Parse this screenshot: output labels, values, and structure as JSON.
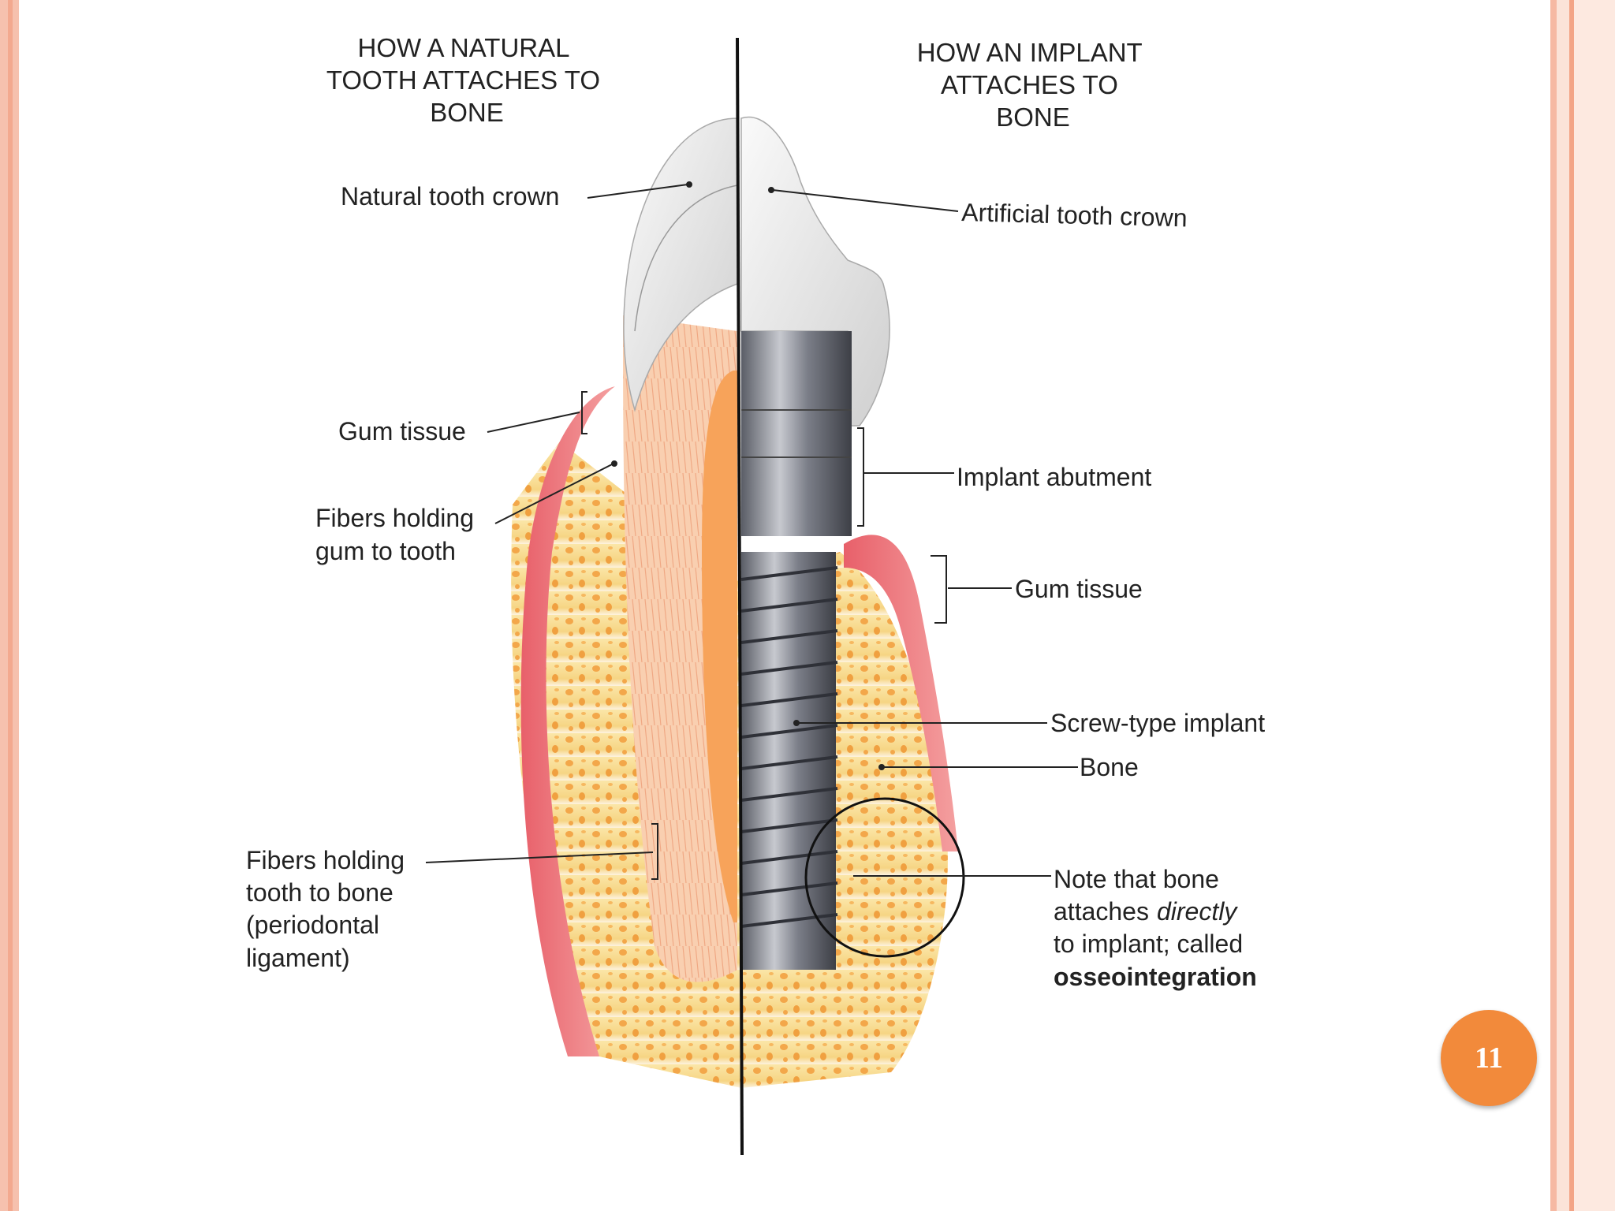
{
  "left_title": [
    "HOW A NATURAL",
    "TOOTH ATTACHES TO",
    "BONE"
  ],
  "right_title": [
    "HOW AN IMPLANT",
    "ATTACHES TO",
    "BONE"
  ],
  "labels": {
    "natural_crown": "Natural tooth crown",
    "artificial_crown": "Artificial tooth crown",
    "gum_left": "Gum tissue",
    "fibers_gum": [
      "Fibers holding",
      "gum to tooth"
    ],
    "abutment": "Implant abutment",
    "gum_right": "Gum tissue",
    "screw": "Screw-type implant",
    "bone": "Bone",
    "fibers_bone": [
      "Fibers holding",
      "tooth to bone",
      "(periodontal",
      "ligament)"
    ],
    "note": [
      "Note that bone",
      "attaches",
      "directly",
      "to implant; called",
      "osseointegration"
    ]
  },
  "page_number": "11",
  "colors": {
    "accent": "#f28a3b",
    "gum": "#e8606a",
    "bone": "#f4d27a",
    "frame": "#f6c1ae"
  }
}
